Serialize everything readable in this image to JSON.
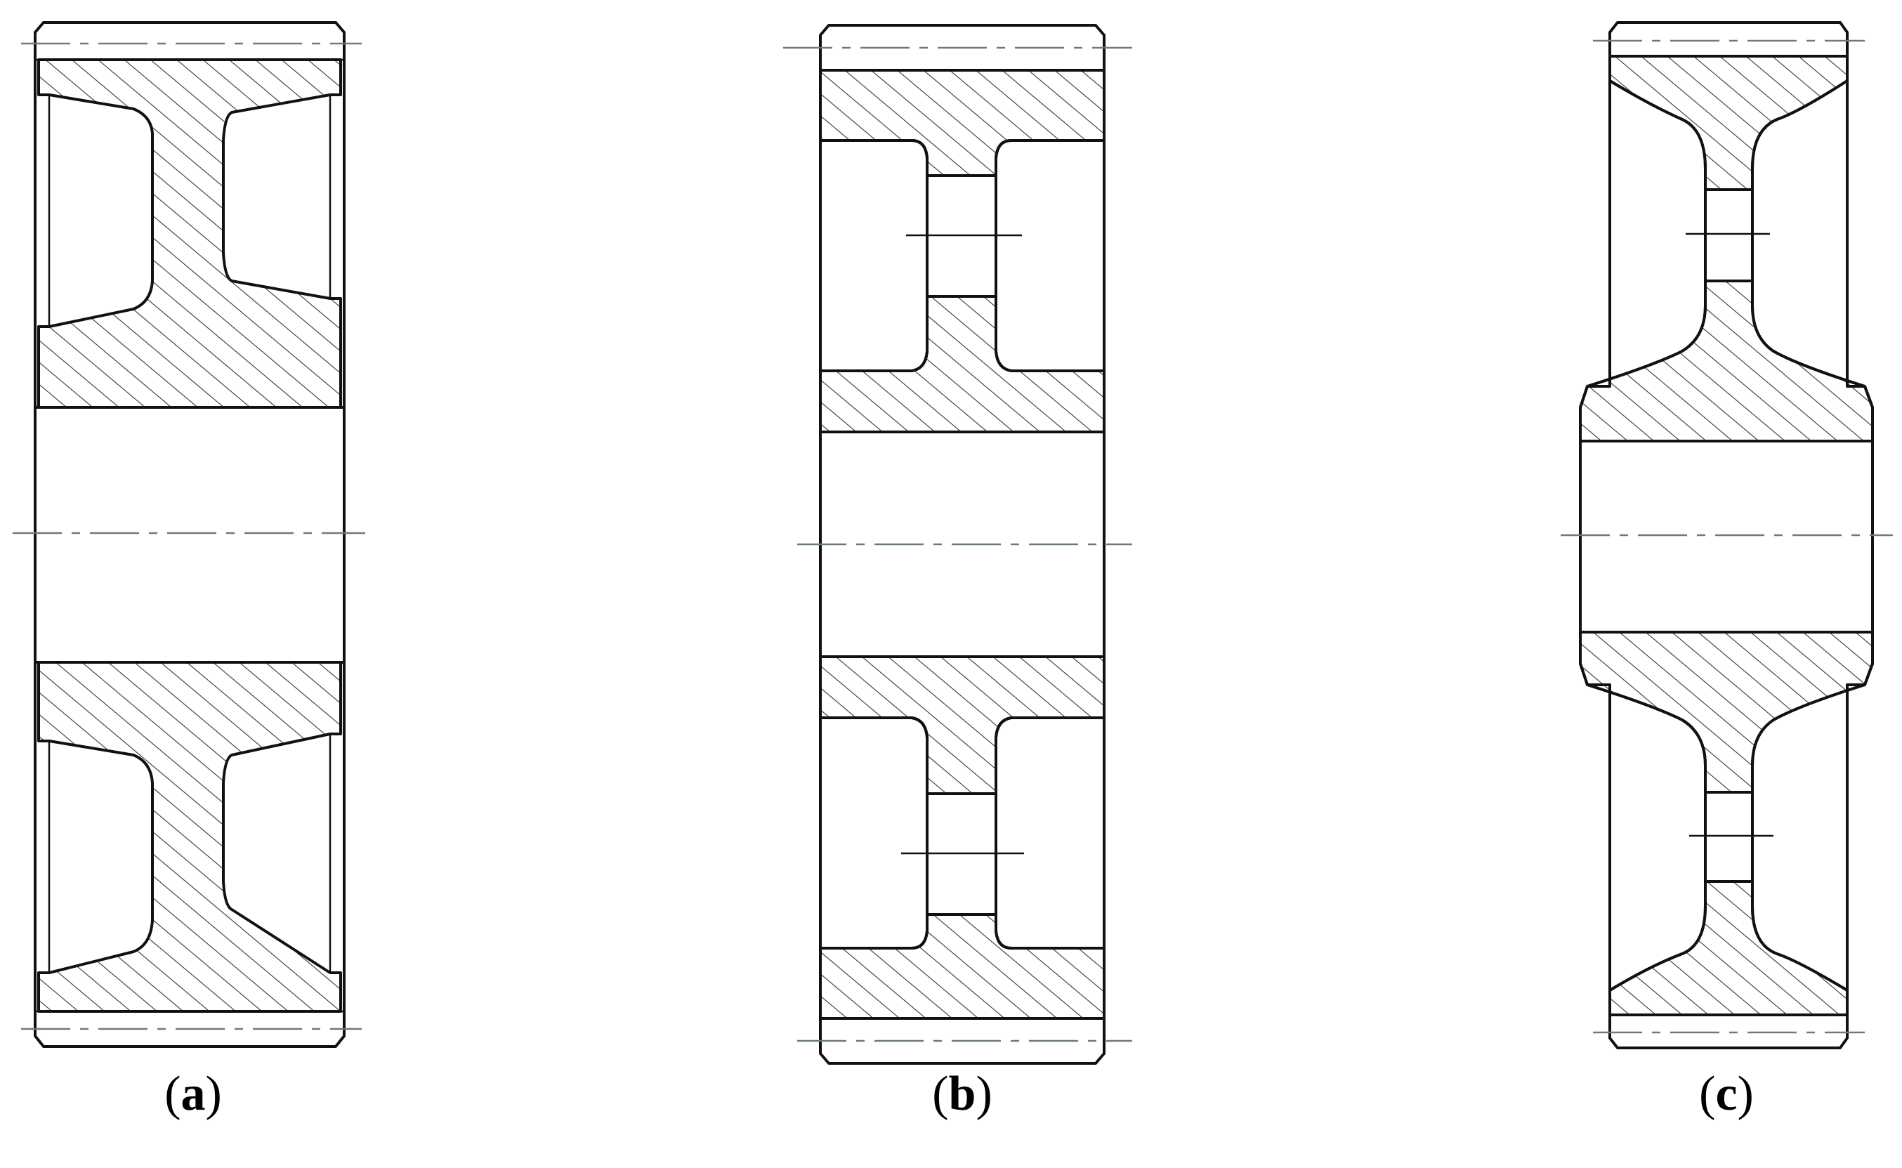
{
  "captions": [
    {
      "id": "a",
      "open": "(",
      "letter": "a",
      "close": ")"
    },
    {
      "id": "b",
      "open": "(",
      "letter": "b",
      "close": ")"
    },
    {
      "id": "c",
      "open": "(",
      "letter": "c",
      "close": ")"
    }
  ],
  "style": {
    "line_color": "#111111",
    "hatch_color": "#333333",
    "centerline_color": "#6d7a7a",
    "background": "#ffffff"
  }
}
